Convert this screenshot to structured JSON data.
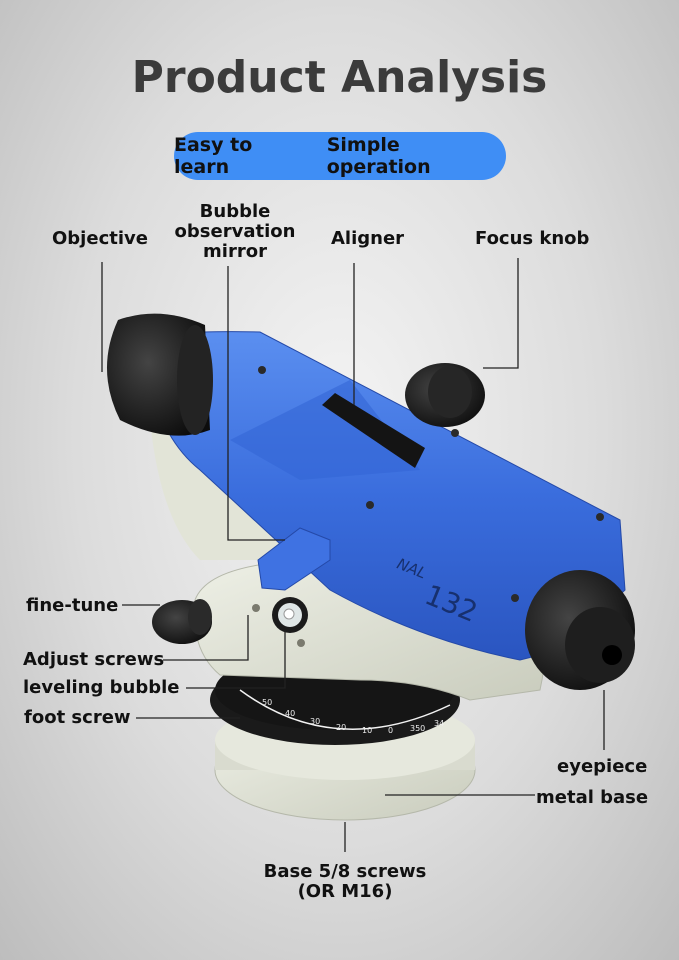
{
  "header": {
    "title": "Product Analysis",
    "banner_left": "Easy to learn",
    "banner_right": "Simple operation"
  },
  "product": {
    "model_prefix": "NAL",
    "model_number": "132",
    "dial_numbers": [
      "50",
      "40",
      "30",
      "20",
      "10",
      "0",
      "350",
      "34"
    ]
  },
  "labels": {
    "objective": "Objective",
    "bubble_line1": "Bubble",
    "bubble_line2": "observation",
    "bubble_line3": "mirror",
    "aligner": "Aligner",
    "focus_knob": "Focus knob",
    "fine_tune": "fine-tune",
    "adjust_screws": "Adjust screws",
    "leveling_bubble": "leveling bubble",
    "foot_screw": "foot screw",
    "eyepiece": "eyepiece",
    "metal_base": "metal base",
    "base_line1": "Base 5/8 screws",
    "base_line2": "(OR M16)"
  },
  "colors": {
    "accent_blue": "#3f8ef5",
    "body_blue": "#3d6fe0",
    "body_cream": "#e4e6d8"
  }
}
